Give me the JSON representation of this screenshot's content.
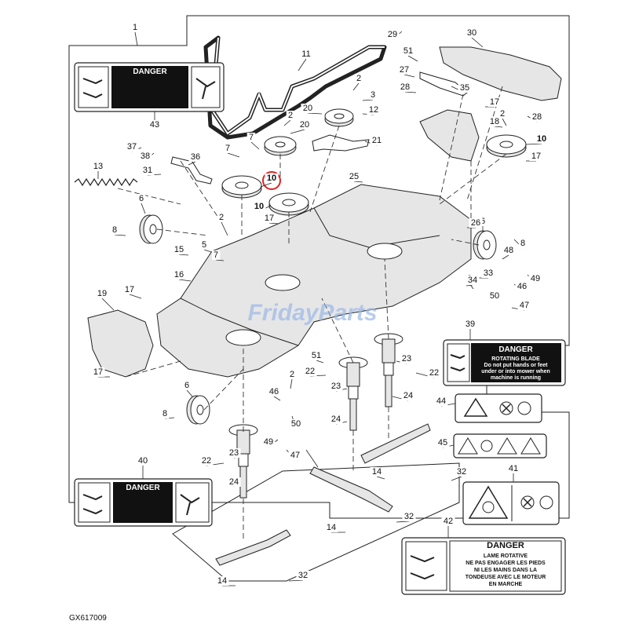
{
  "diagram": {
    "reference_code": "GX617009",
    "watermark": "FridayParts",
    "highlighted_callout": "10",
    "callouts": [
      "1",
      "2",
      "3",
      "5",
      "6",
      "7",
      "8",
      "10",
      "11",
      "12",
      "13",
      "14",
      "15",
      "16",
      "17",
      "18",
      "19",
      "20",
      "21",
      "22",
      "23",
      "24",
      "25",
      "26",
      "27",
      "28",
      "29",
      "30",
      "31",
      "32",
      "33",
      "34",
      "35",
      "36",
      "37",
      "38",
      "39",
      "40",
      "41",
      "42",
      "43",
      "44",
      "45",
      "46",
      "47",
      "48",
      "49",
      "50",
      "51"
    ]
  },
  "decals": {
    "d43": {
      "title": "DANGER"
    },
    "d39": {
      "title": "DANGER",
      "lines": [
        "ROTATING BLADE",
        "Do not put hands or feet",
        "under or into mower when",
        "machine is running"
      ]
    },
    "d40": {
      "title": "DANGER"
    },
    "d42": {
      "title": "DANGER",
      "lines": [
        "LAME ROTATIVE",
        "NE PAS ENGAGER LES PIEDS",
        "NI LES MAINS DANS LA",
        "TONDEUSE AVEC LE MOTEUR",
        "EN MARCHE"
      ]
    }
  }
}
